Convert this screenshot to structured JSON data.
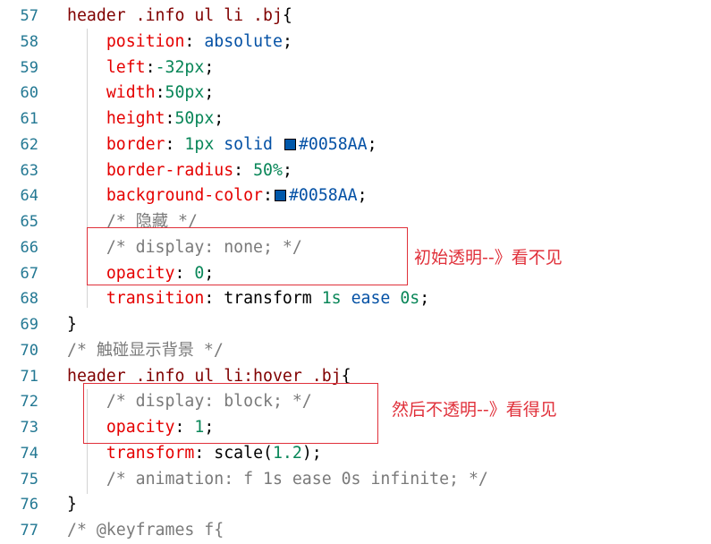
{
  "colors": {
    "line_number": "#237893",
    "selector": "#800000",
    "property": "#E50000",
    "value": "#0451A5",
    "number": "#098658",
    "comment": "#008000",
    "punctuation": "#000000",
    "annotation": "#E0303A",
    "swatch_fill": "#0058AA"
  },
  "lines": [
    {
      "num": "57",
      "tokens": [
        {
          "text": "header .info ul li .bj",
          "kind": "selector"
        },
        {
          "text": "{",
          "kind": "punctuation"
        }
      ]
    },
    {
      "num": "58",
      "tokens": [
        {
          "text": "    ",
          "kind": "punctuation"
        },
        {
          "text": "position",
          "kind": "property"
        },
        {
          "text": ": ",
          "kind": "punctuation"
        },
        {
          "text": "absolute",
          "kind": "value"
        },
        {
          "text": ";",
          "kind": "punctuation"
        }
      ]
    },
    {
      "num": "59",
      "tokens": [
        {
          "text": "    ",
          "kind": "punctuation"
        },
        {
          "text": "left",
          "kind": "property"
        },
        {
          "text": ":",
          "kind": "punctuation"
        },
        {
          "text": "-32px",
          "kind": "number"
        },
        {
          "text": ";",
          "kind": "punctuation"
        }
      ]
    },
    {
      "num": "60",
      "tokens": [
        {
          "text": "    ",
          "kind": "punctuation"
        },
        {
          "text": "width",
          "kind": "property"
        },
        {
          "text": ":",
          "kind": "punctuation"
        },
        {
          "text": "50px",
          "kind": "number"
        },
        {
          "text": ";",
          "kind": "punctuation"
        }
      ]
    },
    {
      "num": "61",
      "tokens": [
        {
          "text": "    ",
          "kind": "punctuation"
        },
        {
          "text": "height",
          "kind": "property"
        },
        {
          "text": ":",
          "kind": "punctuation"
        },
        {
          "text": "50px",
          "kind": "number"
        },
        {
          "text": ";",
          "kind": "punctuation"
        }
      ]
    },
    {
      "num": "62",
      "tokens": [
        {
          "text": "    ",
          "kind": "punctuation"
        },
        {
          "text": "border",
          "kind": "property"
        },
        {
          "text": ": ",
          "kind": "punctuation"
        },
        {
          "text": "1px",
          "kind": "number"
        },
        {
          "text": " ",
          "kind": "punctuation"
        },
        {
          "text": "solid",
          "kind": "value"
        },
        {
          "text": " ",
          "kind": "punctuation"
        },
        {
          "swatch": true
        },
        {
          "text": "#0058AA",
          "kind": "value"
        },
        {
          "text": ";",
          "kind": "punctuation"
        }
      ]
    },
    {
      "num": "63",
      "tokens": [
        {
          "text": "    ",
          "kind": "punctuation"
        },
        {
          "text": "border-radius",
          "kind": "property"
        },
        {
          "text": ": ",
          "kind": "punctuation"
        },
        {
          "text": "50%",
          "kind": "number"
        },
        {
          "text": ";",
          "kind": "punctuation"
        }
      ]
    },
    {
      "num": "64",
      "tokens": [
        {
          "text": "    ",
          "kind": "punctuation"
        },
        {
          "text": "background-color",
          "kind": "property"
        },
        {
          "text": ":",
          "kind": "punctuation"
        },
        {
          "swatch": true
        },
        {
          "text": "#0058AA",
          "kind": "value"
        },
        {
          "text": ";",
          "kind": "punctuation"
        }
      ]
    },
    {
      "num": "65",
      "tokens": [
        {
          "text": "    ",
          "kind": "punctuation"
        },
        {
          "text": "/* 隐藏 */",
          "kind": "comment"
        }
      ]
    },
    {
      "num": "66",
      "tokens": [
        {
          "text": "    ",
          "kind": "punctuation"
        },
        {
          "text": "/* display: none; */",
          "kind": "comment"
        }
      ]
    },
    {
      "num": "67",
      "tokens": [
        {
          "text": "    ",
          "kind": "punctuation"
        },
        {
          "text": "opacity",
          "kind": "property"
        },
        {
          "text": ": ",
          "kind": "punctuation"
        },
        {
          "text": "0",
          "kind": "number"
        },
        {
          "text": ";",
          "kind": "punctuation"
        }
      ]
    },
    {
      "num": "68",
      "tokens": [
        {
          "text": "    ",
          "kind": "punctuation"
        },
        {
          "text": "transition",
          "kind": "property"
        },
        {
          "text": ": transform ",
          "kind": "punctuation"
        },
        {
          "text": "1s",
          "kind": "number"
        },
        {
          "text": " ",
          "kind": "punctuation"
        },
        {
          "text": "ease",
          "kind": "value"
        },
        {
          "text": " ",
          "kind": "punctuation"
        },
        {
          "text": "0s",
          "kind": "number"
        },
        {
          "text": ";",
          "kind": "punctuation"
        }
      ]
    },
    {
      "num": "69",
      "tokens": [
        {
          "text": "}",
          "kind": "punctuation"
        }
      ]
    },
    {
      "num": "70",
      "tokens": [
        {
          "text": "/* 触碰显示背景 */",
          "kind": "comment"
        }
      ]
    },
    {
      "num": "71",
      "tokens": [
        {
          "text": "header .info ul li:hover .bj",
          "kind": "selector"
        },
        {
          "text": "{",
          "kind": "punctuation"
        }
      ]
    },
    {
      "num": "72",
      "tokens": [
        {
          "text": "    ",
          "kind": "punctuation"
        },
        {
          "text": "/* display: block; */",
          "kind": "comment"
        }
      ]
    },
    {
      "num": "73",
      "tokens": [
        {
          "text": "    ",
          "kind": "punctuation"
        },
        {
          "text": "opacity",
          "kind": "property"
        },
        {
          "text": ": ",
          "kind": "punctuation"
        },
        {
          "text": "1",
          "kind": "number"
        },
        {
          "text": ";",
          "kind": "punctuation"
        }
      ]
    },
    {
      "num": "74",
      "tokens": [
        {
          "text": "    ",
          "kind": "punctuation"
        },
        {
          "text": "transform",
          "kind": "property"
        },
        {
          "text": ": scale(",
          "kind": "punctuation"
        },
        {
          "text": "1.2",
          "kind": "number"
        },
        {
          "text": ");",
          "kind": "punctuation"
        }
      ]
    },
    {
      "num": "75",
      "tokens": [
        {
          "text": "    ",
          "kind": "punctuation"
        },
        {
          "text": "/* animation: f 1s ease 0s infinite; */",
          "kind": "comment"
        }
      ]
    },
    {
      "num": "76",
      "tokens": [
        {
          "text": "}",
          "kind": "punctuation"
        }
      ]
    },
    {
      "num": "77",
      "tokens": [
        {
          "text": "/* @keyframes f{",
          "kind": "comment"
        }
      ]
    }
  ],
  "annotations": [
    {
      "label": "初始透明--》看不见"
    },
    {
      "label": "然后不透明--》看得见"
    }
  ]
}
